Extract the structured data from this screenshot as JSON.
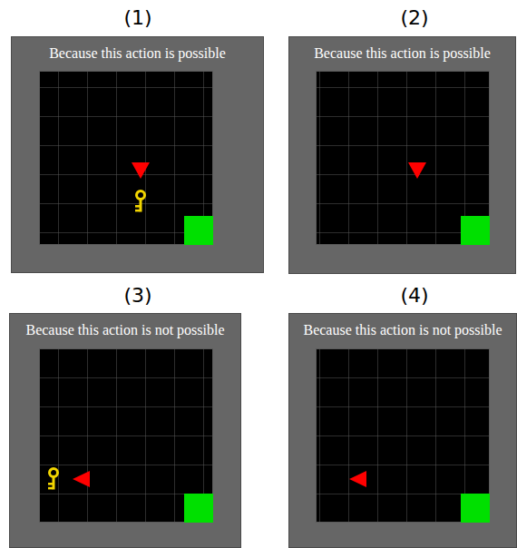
{
  "diagram": {
    "nodes": [
      {
        "text": [
          "(1)",
          "Because this action is possible"
        ]
      },
      {
        "text": [
          "(2)",
          "Because this action is possible"
        ]
      },
      {
        "text": [
          "(3)",
          "Because this action is not possible"
        ]
      },
      {
        "text": [
          "(4)",
          "Because this action is not possible"
        ]
      }
    ]
  }
}
